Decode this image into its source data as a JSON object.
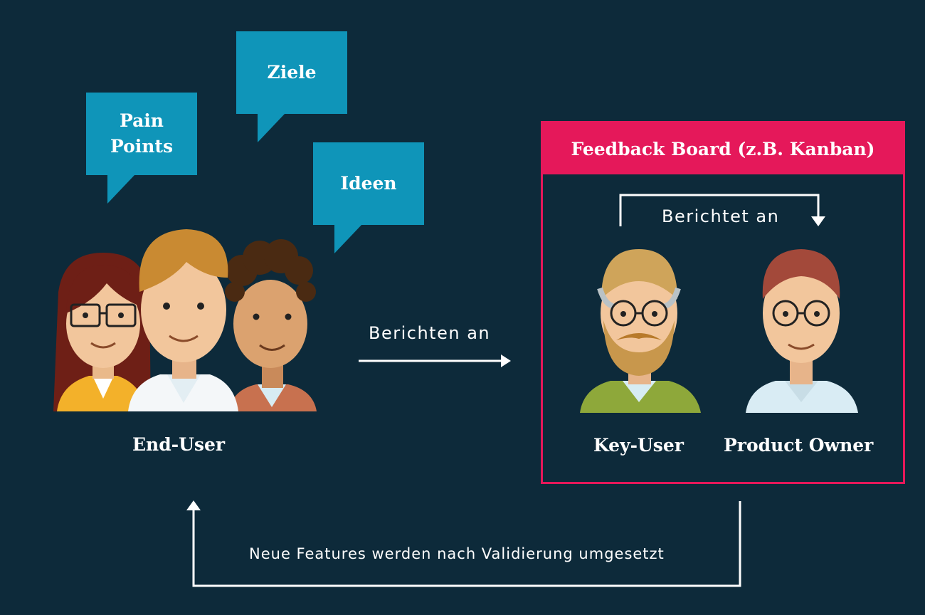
{
  "bubbles": {
    "pain_points": [
      "Pain",
      "Points"
    ],
    "ziele": "Ziele",
    "ideen": "Ideen"
  },
  "groups": {
    "end_user": "End-User",
    "key_user": "Key-User",
    "product_owner": "Product Owner"
  },
  "board": {
    "title": "Feedback Board (z.B. Kanban)"
  },
  "arrows": {
    "berichten_an": "Berichten an",
    "berichtet_an": "Berichtet an",
    "feedback_loop": "Neue Features werden nach Validierung umgesetzt"
  },
  "colors": {
    "background": "#0d2a3a",
    "bubble": "#0f95b9",
    "board_accent": "#e5185a"
  }
}
